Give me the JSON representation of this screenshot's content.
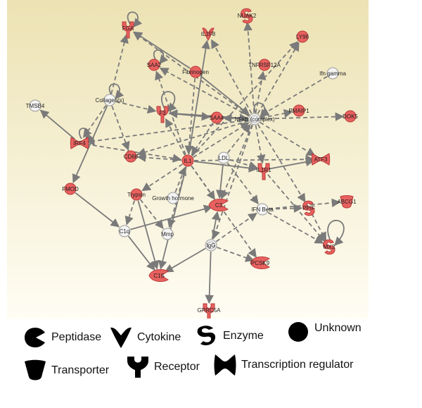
{
  "colors": {
    "focus_node": "#e8615f",
    "focus_node_stroke": "#b83a38",
    "neutral_node": "#f4f4f4",
    "neutral_node_stroke": "#9a9a9a",
    "edge": "#7a7a7a",
    "background_top": "#ece2b3",
    "background_bottom": "#fffdf4"
  },
  "network": {
    "nodes": [
      {
        "id": "FGA",
        "label": "FGA",
        "color": "red",
        "shape": "receptor-head",
        "self_loop": true
      },
      {
        "id": "IL1F8",
        "label": "IL1F8",
        "color": "red",
        "shape": "cytokine"
      },
      {
        "id": "NUAK2",
        "label": "NUAK2",
        "color": "red",
        "shape": "enzyme"
      },
      {
        "id": "LY96",
        "label": "LY96",
        "color": "red",
        "shape": "circle"
      },
      {
        "id": "SAA2",
        "label": "SAA2",
        "color": "red",
        "shape": "circle",
        "self_loop": true
      },
      {
        "id": "Fibrinogen",
        "label": "Fibrinogen",
        "color": "red",
        "shape": "circle"
      },
      {
        "id": "TNFRSF12A",
        "label": "TNFRSF12A",
        "color": "red",
        "shape": "circle"
      },
      {
        "id": "IfnGamma",
        "label": "Ifn gamma",
        "color": "white",
        "shape": "circle"
      },
      {
        "id": "TMSB4",
        "label": "TMSB4",
        "color": "white",
        "shape": "circle"
      },
      {
        "id": "Collagens",
        "label": "Collagen(s)",
        "color": "white",
        "shape": "circle",
        "self_loop": true
      },
      {
        "id": "F3",
        "label": "F3",
        "color": "red",
        "shape": "receptor",
        "self_loop": true
      },
      {
        "id": "SAA4",
        "label": "SAA4",
        "color": "red",
        "shape": "circle"
      },
      {
        "id": "NFkB",
        "label": "NFkB (complex)",
        "color": "white",
        "shape": "complex",
        "self_loop": true
      },
      {
        "id": "PMAIP1",
        "label": "PMAIP1",
        "color": "red",
        "shape": "circle"
      },
      {
        "id": "DOK5",
        "label": "DOK5",
        "color": "red",
        "shape": "circle"
      },
      {
        "id": "IRF4",
        "label": "IRF4",
        "color": "red",
        "shape": "transcription",
        "self_loop": true
      },
      {
        "id": "CD68",
        "label": "CD68",
        "color": "red",
        "shape": "circle"
      },
      {
        "id": "IL1",
        "label": "IL1",
        "color": "red",
        "shape": "circle"
      },
      {
        "id": "LDL",
        "label": "LDL",
        "color": "white",
        "shape": "circle"
      },
      {
        "id": "IL1R1",
        "label": "IL1R1",
        "color": "red",
        "shape": "receptor"
      },
      {
        "id": "ATF3",
        "label": "ATF3",
        "color": "red",
        "shape": "transcription"
      },
      {
        "id": "FMOD",
        "label": "FMOD",
        "color": "red",
        "shape": "circle"
      },
      {
        "id": "Trypsin",
        "label": "Trypsin",
        "color": "red",
        "shape": "circle"
      },
      {
        "id": "GrowthHormone",
        "label": "Growth hormone",
        "color": "white",
        "shape": "circle"
      },
      {
        "id": "C3",
        "label": "C3",
        "color": "red",
        "shape": "peptidase"
      },
      {
        "id": "IFNBeta",
        "label": "IFN Beta",
        "color": "white",
        "shape": "circle"
      },
      {
        "id": "PPIF",
        "label": "PPIF",
        "color": "red",
        "shape": "enzyme"
      },
      {
        "id": "ABCG1",
        "label": "ABCG1",
        "color": "red",
        "shape": "transporter"
      },
      {
        "id": "C1q",
        "label": "C1q",
        "color": "white",
        "shape": "circle"
      },
      {
        "id": "Mmp",
        "label": "Mmp",
        "color": "white",
        "shape": "circle"
      },
      {
        "id": "IgG",
        "label": "IgG",
        "color": "white",
        "shape": "complex"
      },
      {
        "id": "PCSK9",
        "label": "PCSK9",
        "color": "red",
        "shape": "peptidase"
      },
      {
        "id": "MX2",
        "label": "MX2",
        "color": "red",
        "shape": "enzyme",
        "self_loop": true
      },
      {
        "id": "C1S",
        "label": "C1S",
        "color": "red",
        "shape": "peptidase"
      },
      {
        "id": "GPRC5A",
        "label": "GPRC5A",
        "color": "red",
        "shape": "receptor"
      }
    ],
    "edges": [
      {
        "from": "NFkB",
        "to": "FGA",
        "style": "dashed"
      },
      {
        "from": "NFkB",
        "to": "IL1F8",
        "style": "dashed"
      },
      {
        "from": "NFkB",
        "to": "NUAK2",
        "style": "dashed"
      },
      {
        "from": "NFkB",
        "to": "LY96",
        "style": "dashed"
      },
      {
        "from": "NFkB",
        "to": "SAA2",
        "style": "dashed"
      },
      {
        "from": "NFkB",
        "to": "TNFRSF12A",
        "style": "dashed"
      },
      {
        "from": "IfnGamma",
        "to": "NFkB",
        "style": "dashed"
      },
      {
        "from": "NFkB",
        "to": "PMAIP1",
        "style": "dashed"
      },
      {
        "from": "NFkB",
        "to": "DOK5",
        "style": "dashed"
      },
      {
        "from": "NFkB",
        "to": "ATF3",
        "style": "dashed"
      },
      {
        "from": "NFkB",
        "to": "F3",
        "style": "dashed"
      },
      {
        "from": "NFkB",
        "to": "SAA4",
        "style": "dashed"
      },
      {
        "from": "NFkB",
        "to": "IL1R1",
        "style": "dashed"
      },
      {
        "from": "NFkB",
        "to": "CD68",
        "style": "dashed"
      },
      {
        "from": "NFkB",
        "to": "IRF4",
        "style": "dashed"
      },
      {
        "from": "IL1",
        "to": "NFkB",
        "style": "dashed"
      },
      {
        "from": "LDL",
        "to": "NFkB",
        "style": "dashed"
      },
      {
        "from": "NFkB",
        "to": "C3",
        "style": "dashed"
      },
      {
        "from": "NFkB",
        "to": "PPIF",
        "style": "dashed"
      },
      {
        "from": "NFkB",
        "to": "IgG",
        "style": "dashed"
      },
      {
        "from": "Fibrinogen",
        "to": "FGA",
        "style": "solid"
      },
      {
        "from": "Fibrinogen",
        "to": "NFkB",
        "style": "solid"
      },
      {
        "from": "Fibrinogen",
        "to": "IL1",
        "style": "dashed"
      },
      {
        "from": "Collagens",
        "to": "FGA",
        "style": "dashed"
      },
      {
        "from": "Collagens",
        "to": "F3",
        "style": "dashed"
      },
      {
        "from": "Collagens",
        "to": "CD68",
        "style": "dashed"
      },
      {
        "from": "Collagens",
        "to": "IRF4",
        "style": "dashed"
      },
      {
        "from": "Collagens",
        "to": "FMOD",
        "style": "solid"
      },
      {
        "from": "IRF4",
        "to": "TMSB4",
        "style": "solid"
      },
      {
        "from": "IRF4",
        "to": "IL1",
        "style": "dashed"
      },
      {
        "from": "IL1",
        "to": "F3",
        "style": "dashed"
      },
      {
        "from": "IL1",
        "to": "SAA2",
        "style": "dashed"
      },
      {
        "from": "IL1",
        "to": "IL1F8",
        "style": "solid"
      },
      {
        "from": "IL1",
        "to": "CD68",
        "style": "dashed"
      },
      {
        "from": "IL1",
        "to": "ATF3",
        "style": "dashed"
      },
      {
        "from": "IL1",
        "to": "IL1R1",
        "style": "solid"
      },
      {
        "from": "IL1",
        "to": "C1S",
        "style": "solid"
      },
      {
        "from": "IL1",
        "to": "Trypsin",
        "style": "dashed"
      },
      {
        "from": "IL1",
        "to": "Mmp",
        "style": "dashed"
      },
      {
        "from": "IL1",
        "to": "C3",
        "style": "dashed"
      },
      {
        "from": "IL1",
        "to": "PCSK9",
        "style": "dashed"
      },
      {
        "from": "IL1",
        "to": "LY96",
        "style": "dashed"
      },
      {
        "from": "F3",
        "to": "SAA4",
        "style": "solid"
      },
      {
        "from": "F3",
        "to": "NFkB",
        "style": "solid"
      },
      {
        "from": "SAA4",
        "to": "IL1",
        "style": "dashed"
      },
      {
        "from": "LDL",
        "to": "C3",
        "style": "solid"
      },
      {
        "from": "LDL",
        "to": "IFNBeta",
        "style": "dashed"
      },
      {
        "from": "LDL",
        "to": "IL1R1",
        "style": "dashed"
      },
      {
        "from": "IL1R1",
        "to": "ATF3",
        "style": "solid"
      },
      {
        "from": "IFNBeta",
        "to": "MX2",
        "style": "dashed"
      },
      {
        "from": "IFNBeta",
        "to": "ABCG1",
        "style": "dashed"
      },
      {
        "from": "IFNBeta",
        "to": "PPIF",
        "style": "dashed"
      },
      {
        "from": "IgG",
        "to": "C3",
        "style": "solid"
      },
      {
        "from": "IgG",
        "to": "IFNBeta",
        "style": "dashed"
      },
      {
        "from": "IgG",
        "to": "GPRC5A",
        "style": "solid"
      },
      {
        "from": "IgG",
        "to": "PCSK9",
        "style": "dashed"
      },
      {
        "from": "IgG",
        "to": "C1S",
        "style": "solid"
      },
      {
        "from": "C1q",
        "to": "C3",
        "style": "solid"
      },
      {
        "from": "C1q",
        "to": "C1S",
        "style": "solid"
      },
      {
        "from": "FMOD",
        "to": "C1q",
        "style": "solid"
      },
      {
        "from": "Trypsin",
        "to": "C1S",
        "style": "solid"
      },
      {
        "from": "Trypsin",
        "to": "Mmp",
        "style": "dashed"
      },
      {
        "from": "Trypsin",
        "to": "C1q",
        "style": "dashed"
      },
      {
        "from": "GrowthHormone",
        "to": "IL1",
        "style": "dashed"
      },
      {
        "from": "PPIF",
        "to": "MX2",
        "style": "dashed"
      },
      {
        "from": "IL1R1",
        "to": "MX2",
        "style": "dashed"
      }
    ]
  },
  "legend": {
    "peptidase": "Peptidase",
    "cytokine": "Cytokine",
    "enzyme": "Enzyme",
    "unknown": "Unknown",
    "transporter": "Transporter",
    "receptor": "Receptor",
    "transcription_regulator": "Transcription regulator"
  }
}
